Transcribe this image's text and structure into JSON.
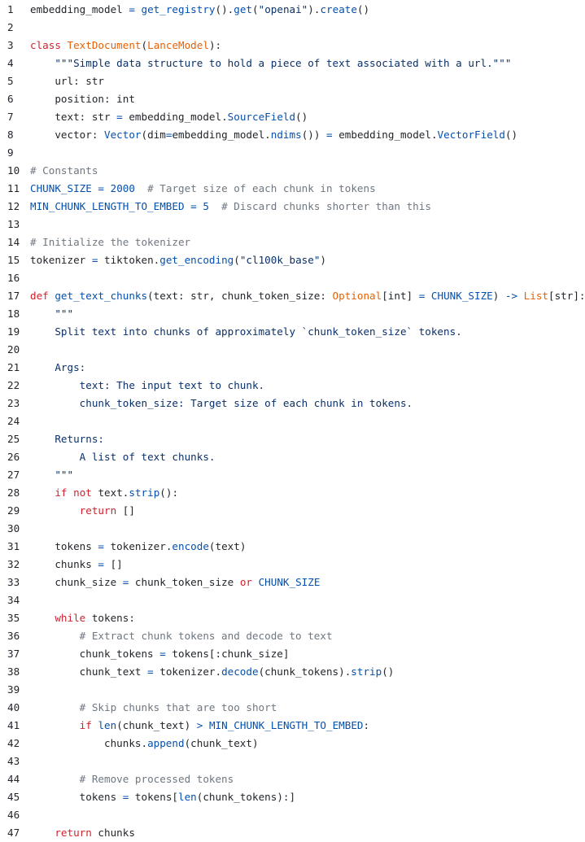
{
  "code_viewer": {
    "colors": {
      "plain": "#1f2328",
      "keyword": "#cf222e",
      "class_name": "#e36209",
      "function": "#0550ae",
      "string": "#0a3069",
      "comment": "#6e7781",
      "constant": "#0550ae",
      "operator": "#0550ae"
    },
    "lines": [
      {
        "n": "1",
        "tokens": [
          [
            "pl",
            "embedding_model "
          ],
          [
            "op",
            "="
          ],
          [
            "pl",
            " "
          ],
          [
            "fn",
            "get_registry"
          ],
          [
            "pl",
            "()."
          ],
          [
            "fn",
            "get"
          ],
          [
            "pl",
            "("
          ],
          [
            "str",
            "\"openai\""
          ],
          [
            "pl",
            ")."
          ],
          [
            "fn",
            "create"
          ],
          [
            "pl",
            "()"
          ]
        ]
      },
      {
        "n": "2",
        "tokens": []
      },
      {
        "n": "3",
        "tokens": [
          [
            "kw",
            "class"
          ],
          [
            "pl",
            " "
          ],
          [
            "cls",
            "TextDocument"
          ],
          [
            "pl",
            "("
          ],
          [
            "cls",
            "LanceModel"
          ],
          [
            "pl",
            "):"
          ]
        ]
      },
      {
        "n": "4",
        "tokens": [
          [
            "pl",
            "    "
          ],
          [
            "str",
            "\"\"\"Simple data structure to hold a piece of text associated with a url.\"\"\""
          ]
        ]
      },
      {
        "n": "5",
        "tokens": [
          [
            "pl",
            "    url: str"
          ]
        ]
      },
      {
        "n": "6",
        "tokens": [
          [
            "pl",
            "    position: int"
          ]
        ]
      },
      {
        "n": "7",
        "tokens": [
          [
            "pl",
            "    text: str "
          ],
          [
            "op",
            "="
          ],
          [
            "pl",
            " embedding_model."
          ],
          [
            "fn",
            "SourceField"
          ],
          [
            "pl",
            "()"
          ]
        ]
      },
      {
        "n": "8",
        "tokens": [
          [
            "pl",
            "    vector: "
          ],
          [
            "fn",
            "Vector"
          ],
          [
            "pl",
            "(dim"
          ],
          [
            "op",
            "="
          ],
          [
            "pl",
            "embedding_model."
          ],
          [
            "fn",
            "ndims"
          ],
          [
            "pl",
            "()) "
          ],
          [
            "op",
            "="
          ],
          [
            "pl",
            " embedding_model."
          ],
          [
            "fn",
            "VectorField"
          ],
          [
            "pl",
            "()"
          ]
        ]
      },
      {
        "n": "9",
        "tokens": []
      },
      {
        "n": "10",
        "tokens": [
          [
            "cmt",
            "# Constants"
          ]
        ]
      },
      {
        "n": "11",
        "tokens": [
          [
            "cst",
            "CHUNK_SIZE"
          ],
          [
            "pl",
            " "
          ],
          [
            "op",
            "="
          ],
          [
            "pl",
            " "
          ],
          [
            "cst",
            "2000"
          ],
          [
            "pl",
            "  "
          ],
          [
            "cmt",
            "# Target size of each chunk in tokens"
          ]
        ]
      },
      {
        "n": "12",
        "tokens": [
          [
            "cst",
            "MIN_CHUNK_LENGTH_TO_EMBED"
          ],
          [
            "pl",
            " "
          ],
          [
            "op",
            "="
          ],
          [
            "pl",
            " "
          ],
          [
            "cst",
            "5"
          ],
          [
            "pl",
            "  "
          ],
          [
            "cmt",
            "# Discard chunks shorter than this"
          ]
        ]
      },
      {
        "n": "13",
        "tokens": []
      },
      {
        "n": "14",
        "tokens": [
          [
            "cmt",
            "# Initialize the tokenizer"
          ]
        ]
      },
      {
        "n": "15",
        "tokens": [
          [
            "pl",
            "tokenizer "
          ],
          [
            "op",
            "="
          ],
          [
            "pl",
            " tiktoken."
          ],
          [
            "fn",
            "get_encoding"
          ],
          [
            "pl",
            "("
          ],
          [
            "str",
            "\"cl100k_base\""
          ],
          [
            "pl",
            ")"
          ]
        ]
      },
      {
        "n": "16",
        "tokens": []
      },
      {
        "n": "17",
        "tokens": [
          [
            "kw",
            "def"
          ],
          [
            "pl",
            " "
          ],
          [
            "fn",
            "get_text_chunks"
          ],
          [
            "pl",
            "(text: str, chunk_token_size: "
          ],
          [
            "cls",
            "Optional"
          ],
          [
            "pl",
            "[int] "
          ],
          [
            "op",
            "="
          ],
          [
            "pl",
            " "
          ],
          [
            "cst",
            "CHUNK_SIZE"
          ],
          [
            "pl",
            ") "
          ],
          [
            "op",
            "->"
          ],
          [
            "pl",
            " "
          ],
          [
            "cls",
            "List"
          ],
          [
            "pl",
            "[str]:"
          ]
        ]
      },
      {
        "n": "18",
        "tokens": [
          [
            "pl",
            "    "
          ],
          [
            "str",
            "\"\"\""
          ]
        ]
      },
      {
        "n": "19",
        "tokens": [
          [
            "pl",
            "    "
          ],
          [
            "str",
            "Split text into chunks of approximately `chunk_token_size` tokens."
          ]
        ]
      },
      {
        "n": "20",
        "tokens": []
      },
      {
        "n": "21",
        "tokens": [
          [
            "pl",
            "    "
          ],
          [
            "str",
            "Args:"
          ]
        ]
      },
      {
        "n": "22",
        "tokens": [
          [
            "pl",
            "        "
          ],
          [
            "str",
            "text: The input text to chunk."
          ]
        ]
      },
      {
        "n": "23",
        "tokens": [
          [
            "pl",
            "        "
          ],
          [
            "str",
            "chunk_token_size: Target size of each chunk in tokens."
          ]
        ]
      },
      {
        "n": "24",
        "tokens": []
      },
      {
        "n": "25",
        "tokens": [
          [
            "pl",
            "    "
          ],
          [
            "str",
            "Returns:"
          ]
        ]
      },
      {
        "n": "26",
        "tokens": [
          [
            "pl",
            "        "
          ],
          [
            "str",
            "A list of text chunks."
          ]
        ]
      },
      {
        "n": "27",
        "tokens": [
          [
            "pl",
            "    "
          ],
          [
            "str",
            "\"\"\""
          ]
        ]
      },
      {
        "n": "28",
        "tokens": [
          [
            "pl",
            "    "
          ],
          [
            "kw",
            "if"
          ],
          [
            "pl",
            " "
          ],
          [
            "kw",
            "not"
          ],
          [
            "pl",
            " text."
          ],
          [
            "fn",
            "strip"
          ],
          [
            "pl",
            "():"
          ]
        ]
      },
      {
        "n": "29",
        "tokens": [
          [
            "pl",
            "        "
          ],
          [
            "kw",
            "return"
          ],
          [
            "pl",
            " []"
          ]
        ]
      },
      {
        "n": "30",
        "tokens": []
      },
      {
        "n": "31",
        "tokens": [
          [
            "pl",
            "    tokens "
          ],
          [
            "op",
            "="
          ],
          [
            "pl",
            " tokenizer."
          ],
          [
            "fn",
            "encode"
          ],
          [
            "pl",
            "(text)"
          ]
        ]
      },
      {
        "n": "32",
        "tokens": [
          [
            "pl",
            "    chunks "
          ],
          [
            "op",
            "="
          ],
          [
            "pl",
            " []"
          ]
        ]
      },
      {
        "n": "33",
        "tokens": [
          [
            "pl",
            "    chunk_size "
          ],
          [
            "op",
            "="
          ],
          [
            "pl",
            " chunk_token_size "
          ],
          [
            "kw",
            "or"
          ],
          [
            "pl",
            " "
          ],
          [
            "cst",
            "CHUNK_SIZE"
          ]
        ]
      },
      {
        "n": "34",
        "tokens": []
      },
      {
        "n": "35",
        "tokens": [
          [
            "pl",
            "    "
          ],
          [
            "kw",
            "while"
          ],
          [
            "pl",
            " tokens:"
          ]
        ]
      },
      {
        "n": "36",
        "tokens": [
          [
            "pl",
            "        "
          ],
          [
            "cmt",
            "# Extract chunk tokens and decode to text"
          ]
        ]
      },
      {
        "n": "37",
        "tokens": [
          [
            "pl",
            "        chunk_tokens "
          ],
          [
            "op",
            "="
          ],
          [
            "pl",
            " tokens[:chunk_size]"
          ]
        ]
      },
      {
        "n": "38",
        "tokens": [
          [
            "pl",
            "        chunk_text "
          ],
          [
            "op",
            "="
          ],
          [
            "pl",
            " tokenizer."
          ],
          [
            "fn",
            "decode"
          ],
          [
            "pl",
            "(chunk_tokens)."
          ],
          [
            "fn",
            "strip"
          ],
          [
            "pl",
            "()"
          ]
        ]
      },
      {
        "n": "39",
        "tokens": []
      },
      {
        "n": "40",
        "tokens": [
          [
            "pl",
            "        "
          ],
          [
            "cmt",
            "# Skip chunks that are too short"
          ]
        ]
      },
      {
        "n": "41",
        "tokens": [
          [
            "pl",
            "        "
          ],
          [
            "kw",
            "if"
          ],
          [
            "pl",
            " "
          ],
          [
            "fn",
            "len"
          ],
          [
            "pl",
            "(chunk_text) "
          ],
          [
            "op",
            ">"
          ],
          [
            "pl",
            " "
          ],
          [
            "cst",
            "MIN_CHUNK_LENGTH_TO_EMBED"
          ],
          [
            "pl",
            ":"
          ]
        ]
      },
      {
        "n": "42",
        "tokens": [
          [
            "pl",
            "            chunks."
          ],
          [
            "fn",
            "append"
          ],
          [
            "pl",
            "(chunk_text)"
          ]
        ]
      },
      {
        "n": "43",
        "tokens": []
      },
      {
        "n": "44",
        "tokens": [
          [
            "pl",
            "        "
          ],
          [
            "cmt",
            "# Remove processed tokens"
          ]
        ]
      },
      {
        "n": "45",
        "tokens": [
          [
            "pl",
            "        tokens "
          ],
          [
            "op",
            "="
          ],
          [
            "pl",
            " tokens["
          ],
          [
            "fn",
            "len"
          ],
          [
            "pl",
            "(chunk_tokens):]"
          ]
        ]
      },
      {
        "n": "46",
        "tokens": []
      },
      {
        "n": "47",
        "tokens": [
          [
            "pl",
            "    "
          ],
          [
            "kw",
            "return"
          ],
          [
            "pl",
            " chunks"
          ]
        ]
      }
    ]
  }
}
